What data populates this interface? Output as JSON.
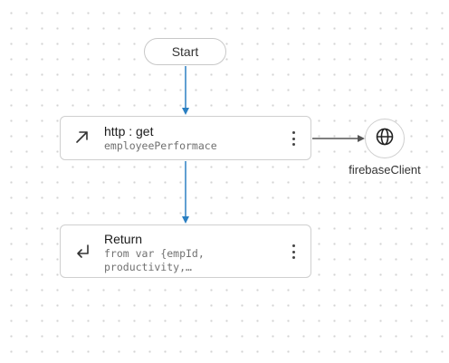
{
  "colors": {
    "flow_connector": "#2a7fc2",
    "side_connector": "#555555",
    "node_border": "#cfcfcf",
    "canvas_dot": "#d3d3d3"
  },
  "flow": {
    "start": {
      "label": "Start"
    },
    "http_node": {
      "icon": "arrow-up-right-icon",
      "title": "http : get",
      "subtitle": "employeePerformace"
    },
    "return_node": {
      "icon": "return-arrow-icon",
      "title": "Return",
      "subtitle": "from var {empId, productivity,…"
    },
    "client_node": {
      "icon": "globe-icon",
      "label": "firebaseClient"
    }
  }
}
